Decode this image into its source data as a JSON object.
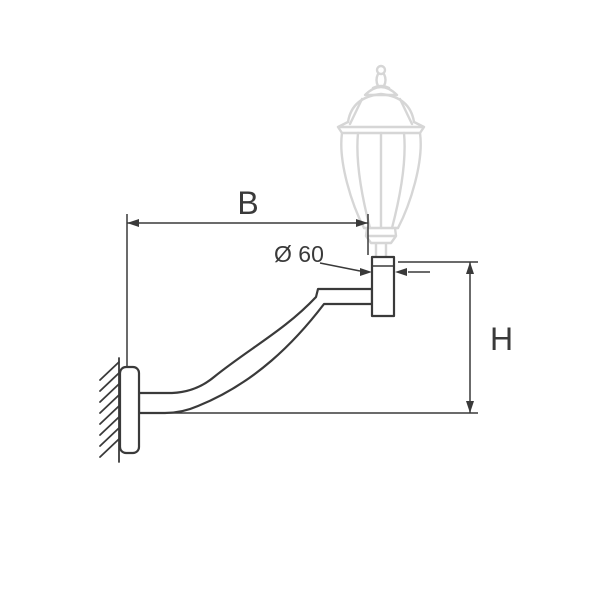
{
  "diagram": {
    "labels": {
      "width": "B",
      "height": "H",
      "diameter": "Ø 60"
    },
    "colors": {
      "line": "#3a3a3a",
      "ghost": "#d6d6d6",
      "background": "#ffffff"
    }
  }
}
